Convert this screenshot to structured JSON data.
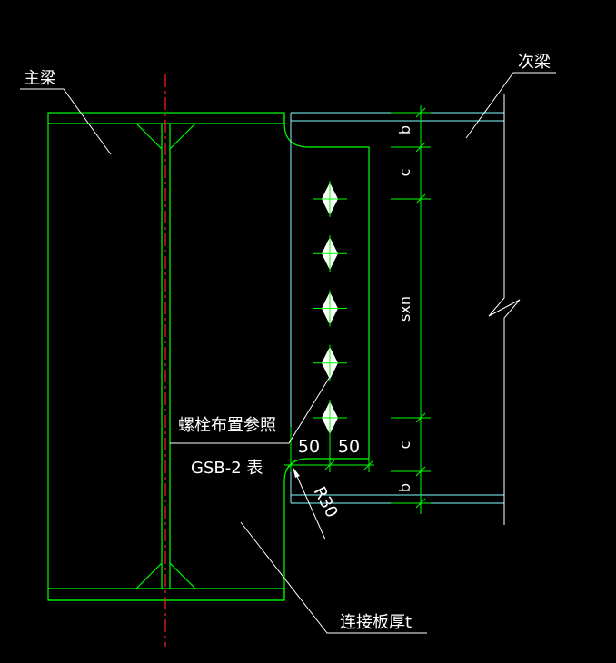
{
  "labels": {
    "main_beam": "主梁",
    "secondary_beam": "次梁",
    "bolt_note": "螺栓布置参照",
    "table_ref": "GSB-2 表",
    "plate_note": "连接板厚t",
    "radius": "R30"
  },
  "dimensions": {
    "b_top": "b",
    "c_top": "c",
    "sxn": "sxn",
    "c_bottom": "c",
    "b_bottom": "b",
    "edge_left": "50",
    "edge_right": "50"
  },
  "bolts": {
    "count": 5
  },
  "colors": {
    "background": "#000000",
    "main_beam_green": "#00ff00",
    "secondary_beam_cyan": "#7fffff",
    "centerline_red": "#ff2020",
    "text_white": "#ffffff",
    "bolt_white": "#ffffff"
  }
}
